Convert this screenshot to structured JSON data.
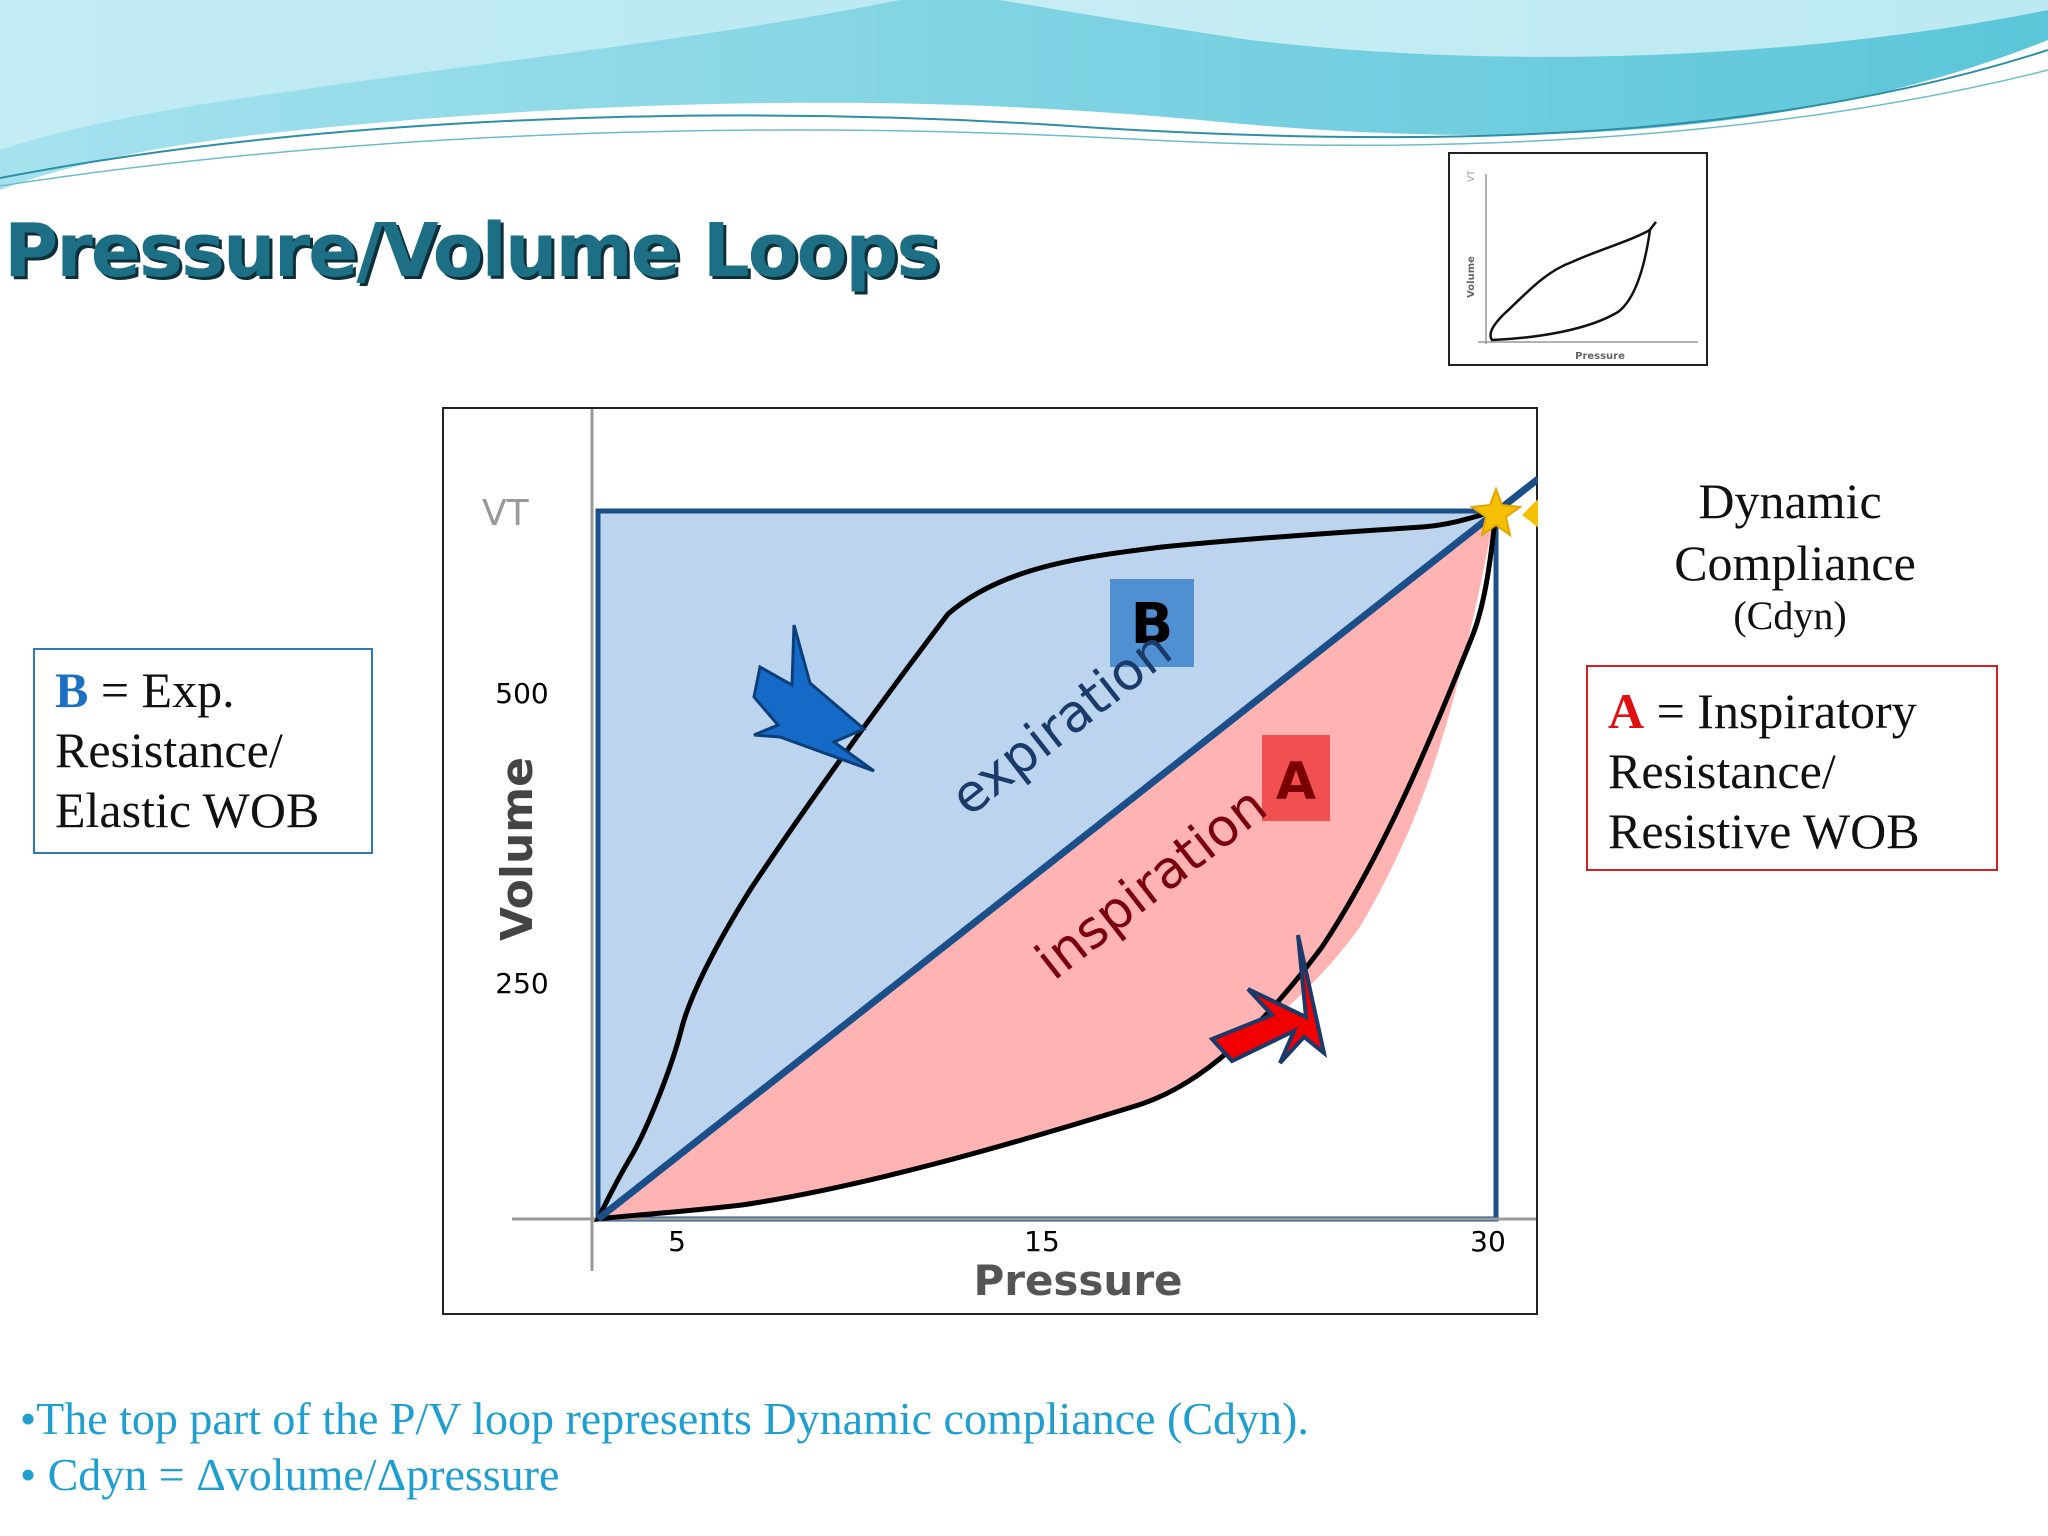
{
  "slide": {
    "title": "Pressure/Volume Loops",
    "colors": {
      "title": "#1d6f86",
      "wave": "#5bc6d9",
      "bullet_text": "#1f9ed0"
    }
  },
  "thumbnail": {
    "y_axis_label": "Volume",
    "x_axis_label": "Pressure",
    "y_top_label": "VT"
  },
  "diagram": {
    "y_axis_label": "Volume",
    "x_axis_label": "Pressure",
    "y_top_label": "VT",
    "y_ticks": [
      "500",
      "250"
    ],
    "x_ticks": [
      "5",
      "15",
      "30"
    ],
    "label_expiration": "expiration",
    "label_inspiration": "inspiration",
    "region_b_label": "B",
    "region_a_label": "A",
    "colors": {
      "expiration_area": "#bcd4ee",
      "inspiration_area": "#ffb3b3",
      "box_b": "#4f8fd2",
      "box_a": "#f05050",
      "arrow_expiration": "#1569c7",
      "arrow_inspiration": "#f00000",
      "cdyn_line": "#1a4f8a",
      "star": "#f5c000"
    },
    "icons": {
      "expiration_arrow": "down-left-arrow-icon",
      "inspiration_arrow": "up-right-arrow-icon",
      "compliance_point": "star-icon"
    }
  },
  "legend_b": {
    "letter": "B",
    "line1": " = Exp.",
    "line2": "Resistance/",
    "line3": "Elastic WOB"
  },
  "legend_a": {
    "letter": "A",
    "line1": " = Inspiratory",
    "line2": "Resistance/",
    "line3": "Resistive WOB"
  },
  "cdyn_label": {
    "line1": "Dynamic",
    "line2": "Compliance",
    "line3": "(Cdyn)"
  },
  "bullets": [
    "•The top part of the P/V loop represents Dynamic compliance (Cdyn).",
    "• Cdyn = Δvolume/Δpressure"
  ]
}
